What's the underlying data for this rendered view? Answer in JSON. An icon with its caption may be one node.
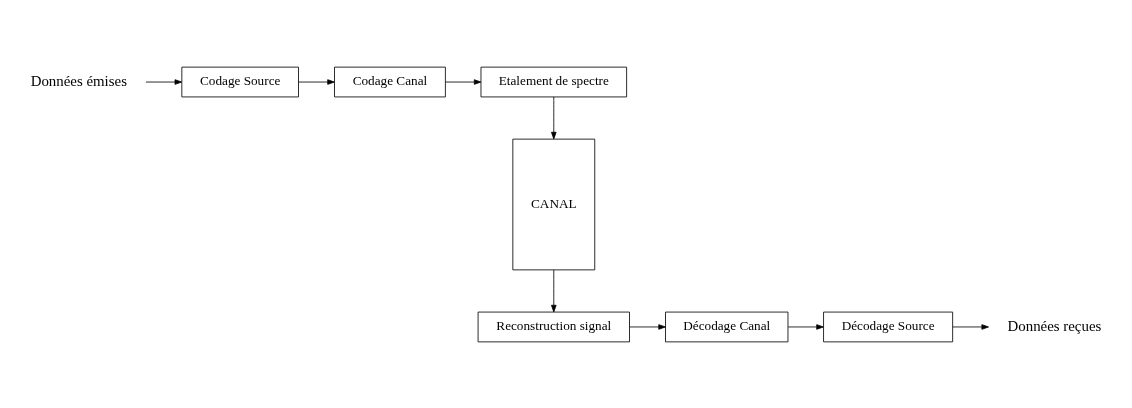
{
  "diagram": {
    "nodes": [
      {
        "text": [
          "Données émises"
        ]
      },
      {
        "text": [
          "Codage Source"
        ]
      },
      {
        "text": [
          "Codage Canal"
        ]
      },
      {
        "text": [
          "Etalement de spectre"
        ]
      },
      {
        "text": [
          "CANAL"
        ]
      },
      {
        "text": [
          "Reconstruction signal"
        ]
      },
      {
        "text": [
          "Décodage Canal"
        ]
      },
      {
        "text": [
          "Décodage Source"
        ]
      },
      {
        "text": [
          "Données reçues"
        ]
      }
    ],
    "edges": [
      {
        "from": 0,
        "to": 1,
        "arrow": "to"
      },
      {
        "from": 1,
        "to": 2,
        "arrow": "to"
      },
      {
        "from": 2,
        "to": 3,
        "arrow": "to"
      },
      {
        "from": 3,
        "to": 4,
        "arrow": "to"
      },
      {
        "from": 4,
        "to": 5,
        "arrow": "to"
      },
      {
        "from": 5,
        "to": 6,
        "arrow": "to"
      },
      {
        "from": 6,
        "to": 7,
        "arrow": "to"
      },
      {
        "from": 7,
        "to": 8,
        "arrow": "to"
      }
    ]
  }
}
